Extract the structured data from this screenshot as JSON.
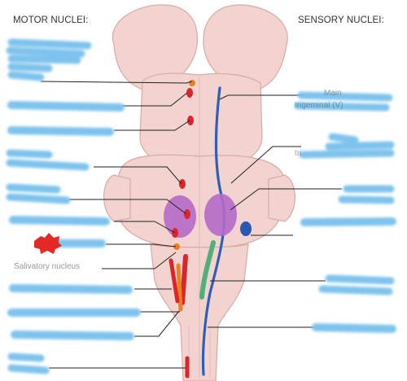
{
  "headings": {
    "motor": "MOTOR NUCLEI:",
    "sensory": "SENSORY NUCLEI:"
  },
  "visible_fragments": {
    "left_salivatory": "Salivatory nucleus",
    "right_main": "Main",
    "right_trigeminal": "trigeminal (V)",
    "right_trigeminal_short": "tri"
  },
  "colors": {
    "brainstem": "#f3d3cf",
    "brainstem_outline": "#d7aaa4",
    "motor_nucleus": "#d9262b",
    "sensory_trigeminal": "#2f5fb4",
    "vestibular": "#b56ac7",
    "cochlear": "#2a58b0",
    "solitary": "#4fb07a",
    "ambiguus": "#e8811e",
    "label_cover": "#7ec3ee"
  }
}
